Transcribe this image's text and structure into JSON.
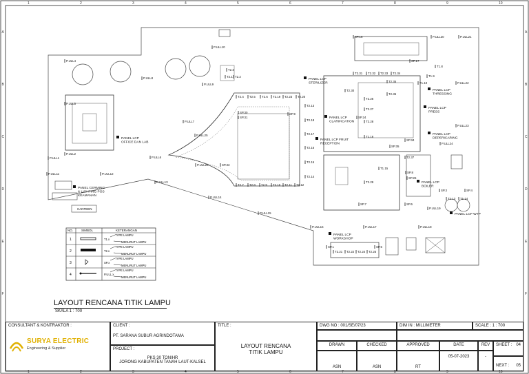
{
  "drawing": {
    "title": "LAYOUT RENCANA TITIK LAMPU",
    "scale": "SKALA 1 : 700",
    "panels": [
      {
        "id": "p1",
        "label": "PANEL LCP\nOFFICE DAN LAB"
      },
      {
        "id": "p2",
        "label": "PANEL CERMING\n& LIGHTING POS\nKEAMANAN"
      },
      {
        "id": "p3",
        "label": "PANEL LCP\nSTERILIZER"
      },
      {
        "id": "p4",
        "label": "PANEL LCP\nCLARIFICATION"
      },
      {
        "id": "p5",
        "label": "PANEL LCP FRUIT\nRECEPTION"
      },
      {
        "id": "p6",
        "label": "PANEL LCP\nTHRESSING"
      },
      {
        "id": "p7",
        "label": "PANEL LCP\nPRESS"
      },
      {
        "id": "p8",
        "label": "PANEL LCP\nDEPERICARING"
      },
      {
        "id": "p9",
        "label": "PANEL LCP\nBOILER"
      },
      {
        "id": "p10",
        "label": "PANEL LCP WTP"
      },
      {
        "id": "p11",
        "label": "PANEL LCP\nWORKSHOP"
      }
    ],
    "lamp_labels": [
      "P.ULL4",
      "P.ULL5",
      "P.ULL9",
      "P.ULL10",
      "P.ULL8",
      "P.ULL7",
      "P.ULL6",
      "P.ULL2",
      "P.ULL1",
      "P.ULL11",
      "P.ULL12",
      "P.ULL13",
      "P.ULL14",
      "P.ULL15",
      "P.ULL16",
      "P.ULL17",
      "P.ULL18",
      "P.ULL19",
      "P.ULL20",
      "P.ULL21",
      "P.ULL22",
      "P.ULL23",
      "P.ULL24",
      "P.ULL25",
      "P.ULL26",
      "T1.8",
      "T1.9",
      "T1.10",
      "SP.16",
      "SP.17",
      "SP.9",
      "SP.7",
      "SP.6",
      "SP.1",
      "SP.4",
      "SP.3",
      "SP.5",
      "SP.8",
      "T2.4",
      "T2.5",
      "T2.6",
      "T2.19",
      "T2.23",
      "T2.7",
      "T2.8",
      "T2.9",
      "T2.10",
      "T2.11",
      "T2.12",
      "T2.13",
      "T2.14",
      "T2.15",
      "T2.16",
      "T2.17",
      "T2.18",
      "T2.20",
      "T1.13",
      "T1.14",
      "T1.15",
      "T1.16",
      "T2.1",
      "T2.2",
      "T2.3",
      "SP.30",
      "SP.31",
      "SP.33",
      "SP.34",
      "SP.35",
      "SP.24",
      "SP.26",
      "T2.21",
      "T2.22",
      "T2.24",
      "T2.25",
      "T2.26",
      "T2.27",
      "T2.28",
      "T2.29",
      "T2.30",
      "T2.31",
      "T2.32",
      "T2.33",
      "T2.34",
      "T2.35",
      "T2.36",
      "T2.37"
    ],
    "canteen_label": "CANTEEN",
    "legend": {
      "headers": [
        "NO.",
        "SIMBOL",
        "KETERANGAN"
      ],
      "rows": [
        {
          "no": "1",
          "type": "TYPE LAMPU",
          "code": "T1.x",
          "desc": "MENURUT LAMPU"
        },
        {
          "no": "2",
          "type": "TYPE LAMPU",
          "code": "T2.x",
          "desc": "MENURUT LAMPU"
        },
        {
          "no": "3",
          "type": "TYPE LAMPU",
          "code": "SP.x",
          "desc": "MENURUT LAMPU"
        },
        {
          "no": "4",
          "type": "TYPE LAMPU",
          "code": "P.ULL.x",
          "desc": "MENURUT LAMPU"
        }
      ]
    },
    "grid_cols": [
      "1",
      "2",
      "3",
      "4",
      "5",
      "6",
      "7",
      "8",
      "9",
      "10"
    ],
    "grid_rows": [
      "A",
      "B",
      "C",
      "D",
      "E",
      "F"
    ]
  },
  "titleblock": {
    "consultant_label": "CONSULTANT & KONTRAKTOR :",
    "brand": "SURYA ELECTRIC",
    "brand_sub": "Engineering & Supplier",
    "client_label": "CLIENT :",
    "client": "PT. SARANA SUBUR AGRINDOTAMA",
    "project_label": "PROJECT :",
    "project_line1": "PKS 30 TON/HR",
    "project_line2": "JORONG KABUPATEN TANAH LAUT-KALSEL",
    "title_label": "TITLE :",
    "title_line1": "LAYOUT RENCANA",
    "title_line2": "TITIK LAMPU",
    "dwg_no": "DWG NO : 001/SE/07/23",
    "dim": "DIM IN : MILLIMETER",
    "scale": "SCALE : 1 : 700",
    "col_drawn": "DRAWN",
    "col_checked": "CHECKED",
    "col_approved": "APPROVED",
    "col_date": "DATE",
    "col_rev": "REV",
    "sheet_label": "SHEET :",
    "sheet_value": "04",
    "drawn": "ASN",
    "checked": "ASN",
    "approved": "RT",
    "date": "05-07-2023",
    "rev": "-",
    "next_label": "NEXT :",
    "next_value": "05"
  },
  "colors": {
    "line": "#222222",
    "brand": "#e0b000"
  }
}
